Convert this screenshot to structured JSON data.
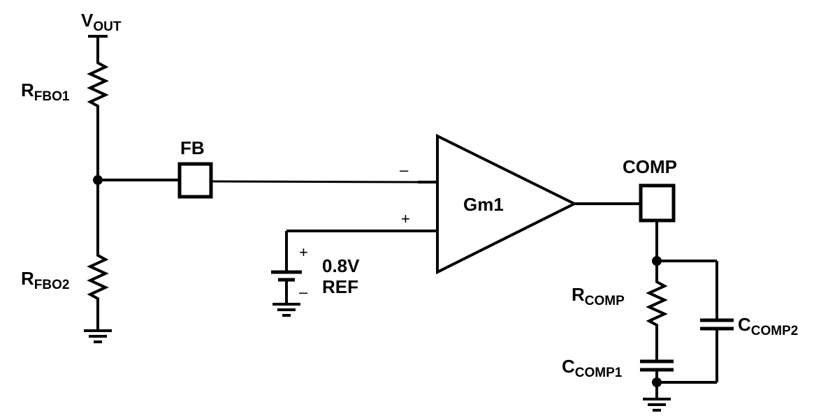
{
  "labels": {
    "vout": {
      "main": "V",
      "sub": "OUT"
    },
    "rfbo1": {
      "main": "R",
      "sub": "FBO1"
    },
    "rfbo2": {
      "main": "R",
      "sub": "FBO2"
    },
    "fb": "FB",
    "comp": "COMP",
    "amp": "Gm1",
    "ref_voltage": "0.8V",
    "ref_name": "REF",
    "rcomp": {
      "main": "R",
      "sub": "COMP"
    },
    "ccomp1": {
      "main": "C",
      "sub": "COMP1"
    },
    "ccomp2": {
      "main": "C",
      "sub": "COMP2"
    },
    "amp_minus": "–",
    "amp_plus": "+",
    "bat_plus": "+",
    "bat_minus": "–"
  }
}
